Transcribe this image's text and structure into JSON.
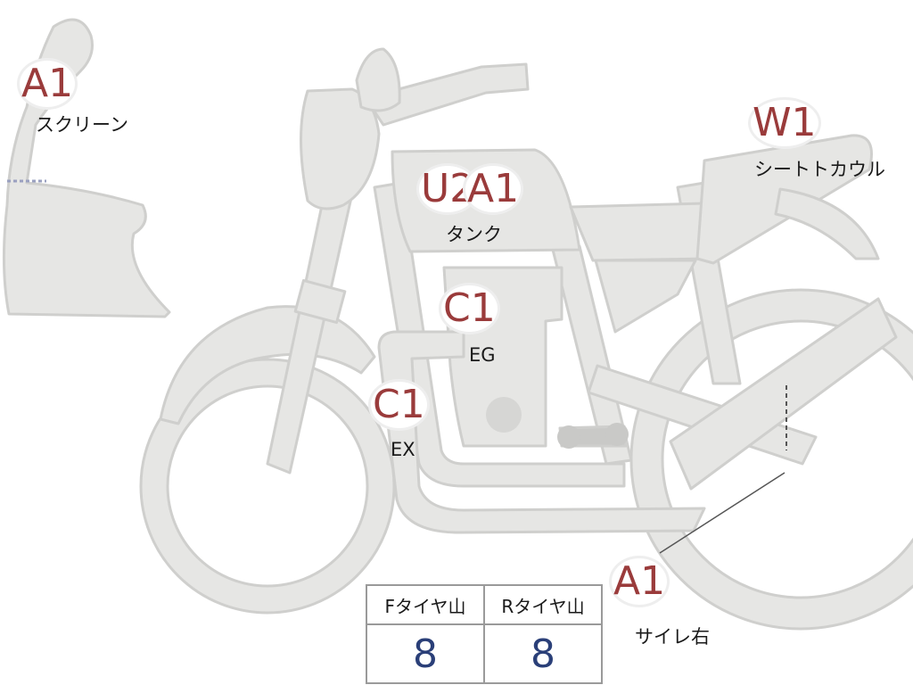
{
  "parts": {
    "screen": {
      "code": "A1",
      "name": "スクリーン"
    },
    "tank": {
      "codes": [
        "U2",
        "A1"
      ],
      "name": "タンク"
    },
    "engine": {
      "code": "C1",
      "name": "EG"
    },
    "exhaust": {
      "code": "C1",
      "name": "EX"
    },
    "seatcowl": {
      "code": "W1",
      "name": "シートトカウル"
    },
    "silencer": {
      "code": "A1",
      "name": "サイレ右"
    }
  },
  "tread": {
    "front_label": "Fタイヤ山",
    "rear_label": "Rタイヤ山",
    "front_value": "8",
    "rear_value": "8"
  },
  "colors": {
    "body_fill": "#e6e6e4",
    "outline": "#c8c8c6",
    "code_text": "#9a3b3b",
    "value_text": "#2a3f78"
  }
}
